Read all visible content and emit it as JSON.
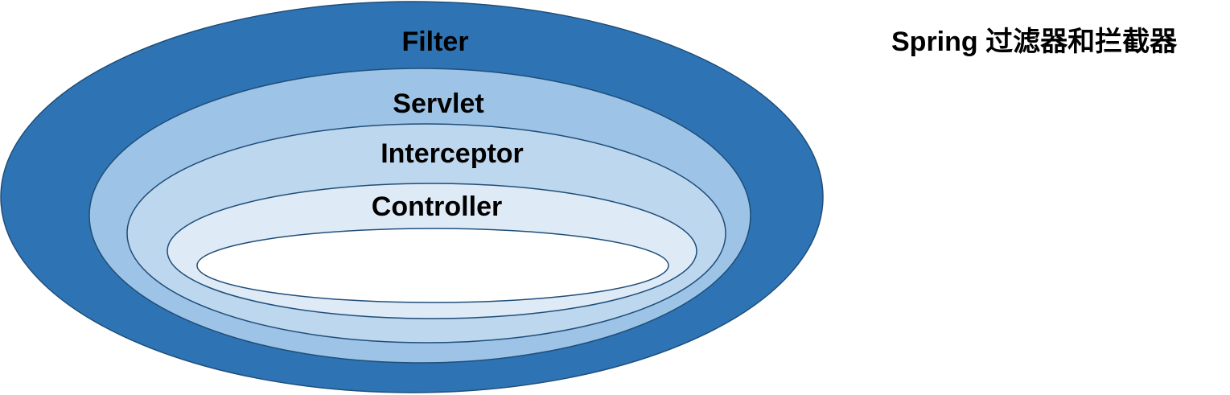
{
  "title": "Spring 过滤器和拦截器",
  "layers": [
    {
      "label": "Filter",
      "fill": "#2E74B5"
    },
    {
      "label": "Servlet",
      "fill": "#9DC3E6"
    },
    {
      "label": "Interceptor",
      "fill": "#BDD7EE"
    },
    {
      "label": "Controller",
      "fill": "#DEEBF7"
    },
    {
      "label": "",
      "fill": "#FFFFFF"
    }
  ],
  "colors": {
    "stroke": "#1F4E79",
    "text": "#000000"
  }
}
